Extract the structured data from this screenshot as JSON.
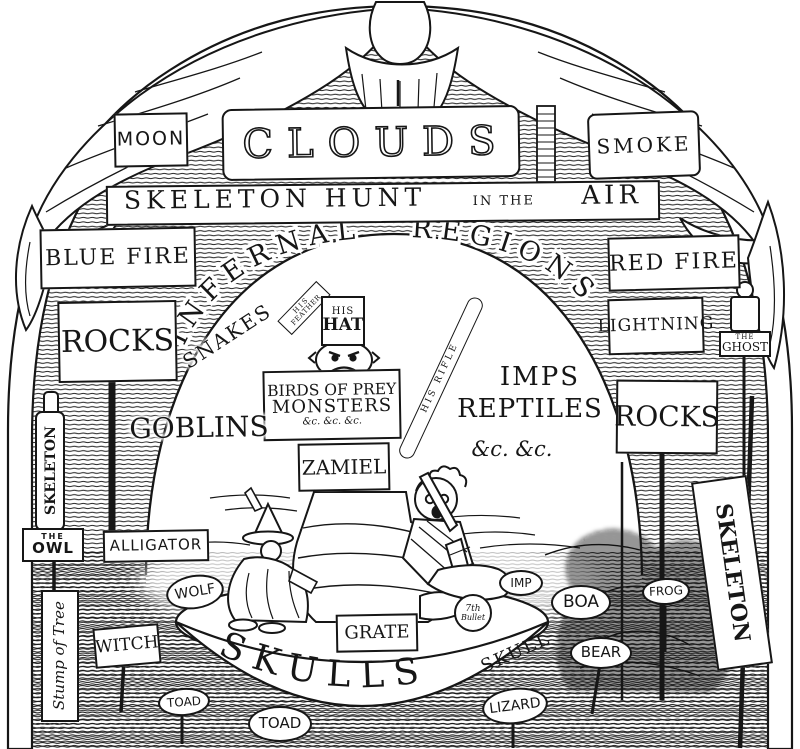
{
  "scene": {
    "ink": "#161616",
    "paper": "#ffffff",
    "labels": {
      "moon": "MOON",
      "clouds": "CLOUDS",
      "smoke": "SMOKE",
      "hunt_main": "SKELETON HUNT",
      "hunt_small": "IN THE",
      "hunt_end": "AIR",
      "blue_fire": "BLUE FIRE",
      "red_fire": "RED FIRE",
      "infernal_regions": "INFERNAL REGIONS",
      "rocks_left": "ROCKS",
      "rocks_right": "ROCKS",
      "snakes": "SNAKES",
      "lightning": "LIGHTNING",
      "ghost_line1": "THE",
      "ghost_line2": "GHOST",
      "feather_line1": "HIS",
      "feather_line2": "FEATHER",
      "hat_line1": "HIS",
      "hat_line2": "HAT",
      "birds_of_prey": "BIRDS OF PREY",
      "monsters": "MONSTERS",
      "etc_center": "&c.  &c.  &c.",
      "zamiel": "ZAMIEL",
      "rifle": "HIS RIFLE",
      "imps": "IMPS",
      "reptiles": "REPTILES",
      "etc_right": "&c. &c.",
      "goblins": "GOBLINS",
      "skeleton_left": "SKELETON",
      "skeleton_right": "SKELETON",
      "owl_line1": "THE",
      "owl_line2": "OWL",
      "alligator": "ALLIGATOR",
      "wolf": "WOLF",
      "witch": "WITCH",
      "stump_of_tree": "Stump of Tree",
      "toad_left": "TOAD",
      "toad_center": "TOAD",
      "grate": "GRATE",
      "bullet_line1": "7th",
      "bullet_line2": "Bullet",
      "imp": "IMP",
      "boa": "BOA",
      "frog": "FROG",
      "bear": "BEAR",
      "lizard": "LIZARD",
      "skulls": "SKULLS",
      "skull_side": "SKULL"
    }
  }
}
